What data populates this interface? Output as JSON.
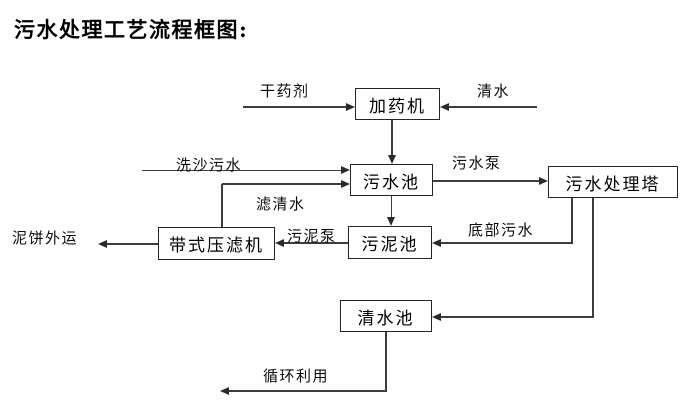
{
  "title": "污水处理工艺流程框图:",
  "nodes": {
    "dosing_machine": "加药机",
    "sewage_pool": "污水池",
    "treatment_tower": "污水处理塔",
    "sludge_pool": "污泥池",
    "belt_filter_press": "带式压滤机",
    "clear_water_pool": "清水池"
  },
  "flow_labels": {
    "dry_agent": "干药剂",
    "clear_water": "清水",
    "sand_washing_sewage": "洗沙污水",
    "sewage_pump": "污水泵",
    "filtered_water": "滤清水",
    "sludge_pump": "污泥泵",
    "bottom_sewage": "底部污水",
    "mud_cake_out": "泥饼外运",
    "recycle_use": "循环利用"
  },
  "edges": [
    {
      "from": "dry_agent",
      "to": "dosing_machine",
      "label": "干药剂"
    },
    {
      "from": "clear_water",
      "to": "dosing_machine",
      "label": "清水"
    },
    {
      "from": "dosing_machine",
      "to": "sewage_pool",
      "label": ""
    },
    {
      "from": "sand_washing_sewage",
      "to": "sewage_pool",
      "label": "洗沙污水"
    },
    {
      "from": "belt_filter_press",
      "to": "sewage_pool",
      "label": "滤清水"
    },
    {
      "from": "sewage_pool",
      "to": "treatment_tower",
      "label": "污水泵"
    },
    {
      "from": "sewage_pool",
      "to": "sludge_pool",
      "label": ""
    },
    {
      "from": "treatment_tower",
      "to": "sludge_pool",
      "label": "底部污水"
    },
    {
      "from": "sludge_pool",
      "to": "belt_filter_press",
      "label": "污泥泵"
    },
    {
      "from": "belt_filter_press",
      "to": "mud_cake_out",
      "label": "泥饼外运"
    },
    {
      "from": "treatment_tower",
      "to": "clear_water_pool",
      "label": ""
    },
    {
      "from": "clear_water_pool",
      "to": "recycle_use",
      "label": "循环利用"
    }
  ],
  "colors": {
    "background": "#ffffff",
    "line": "#3d3d3d",
    "box_border": "#262626",
    "text": "#000000"
  }
}
